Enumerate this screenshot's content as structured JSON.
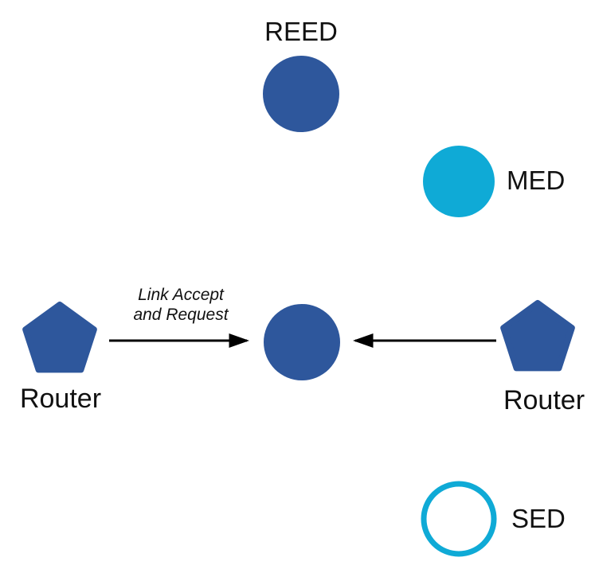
{
  "diagram": {
    "type": "network-topology",
    "colors": {
      "node_blue": "#2E579C",
      "node_cyan": "#0FAAD6",
      "arrow": "#000000",
      "label": "#111111",
      "background": "#FFFFFF"
    },
    "nodes": {
      "reed": {
        "label": "REED",
        "shape": "circle",
        "fill": "blue",
        "style": "filled"
      },
      "med": {
        "label": "MED",
        "shape": "circle",
        "fill": "cyan",
        "style": "filled"
      },
      "center": {
        "label": "",
        "shape": "circle",
        "fill": "blue",
        "style": "filled"
      },
      "router_left": {
        "label": "Router",
        "shape": "pentagon",
        "fill": "blue",
        "style": "filled"
      },
      "router_right": {
        "label": "Router",
        "shape": "pentagon",
        "fill": "blue",
        "style": "filled"
      },
      "sed": {
        "label": "SED",
        "shape": "circle",
        "fill": "cyan",
        "style": "outline"
      }
    },
    "edges": {
      "left_arrow": {
        "from": "router_left",
        "to": "center",
        "direction": "right",
        "label_line1": "Link Accept",
        "label_line2": "and Request"
      },
      "right_arrow": {
        "from": "router_right",
        "to": "center",
        "direction": "left",
        "label": ""
      }
    }
  }
}
